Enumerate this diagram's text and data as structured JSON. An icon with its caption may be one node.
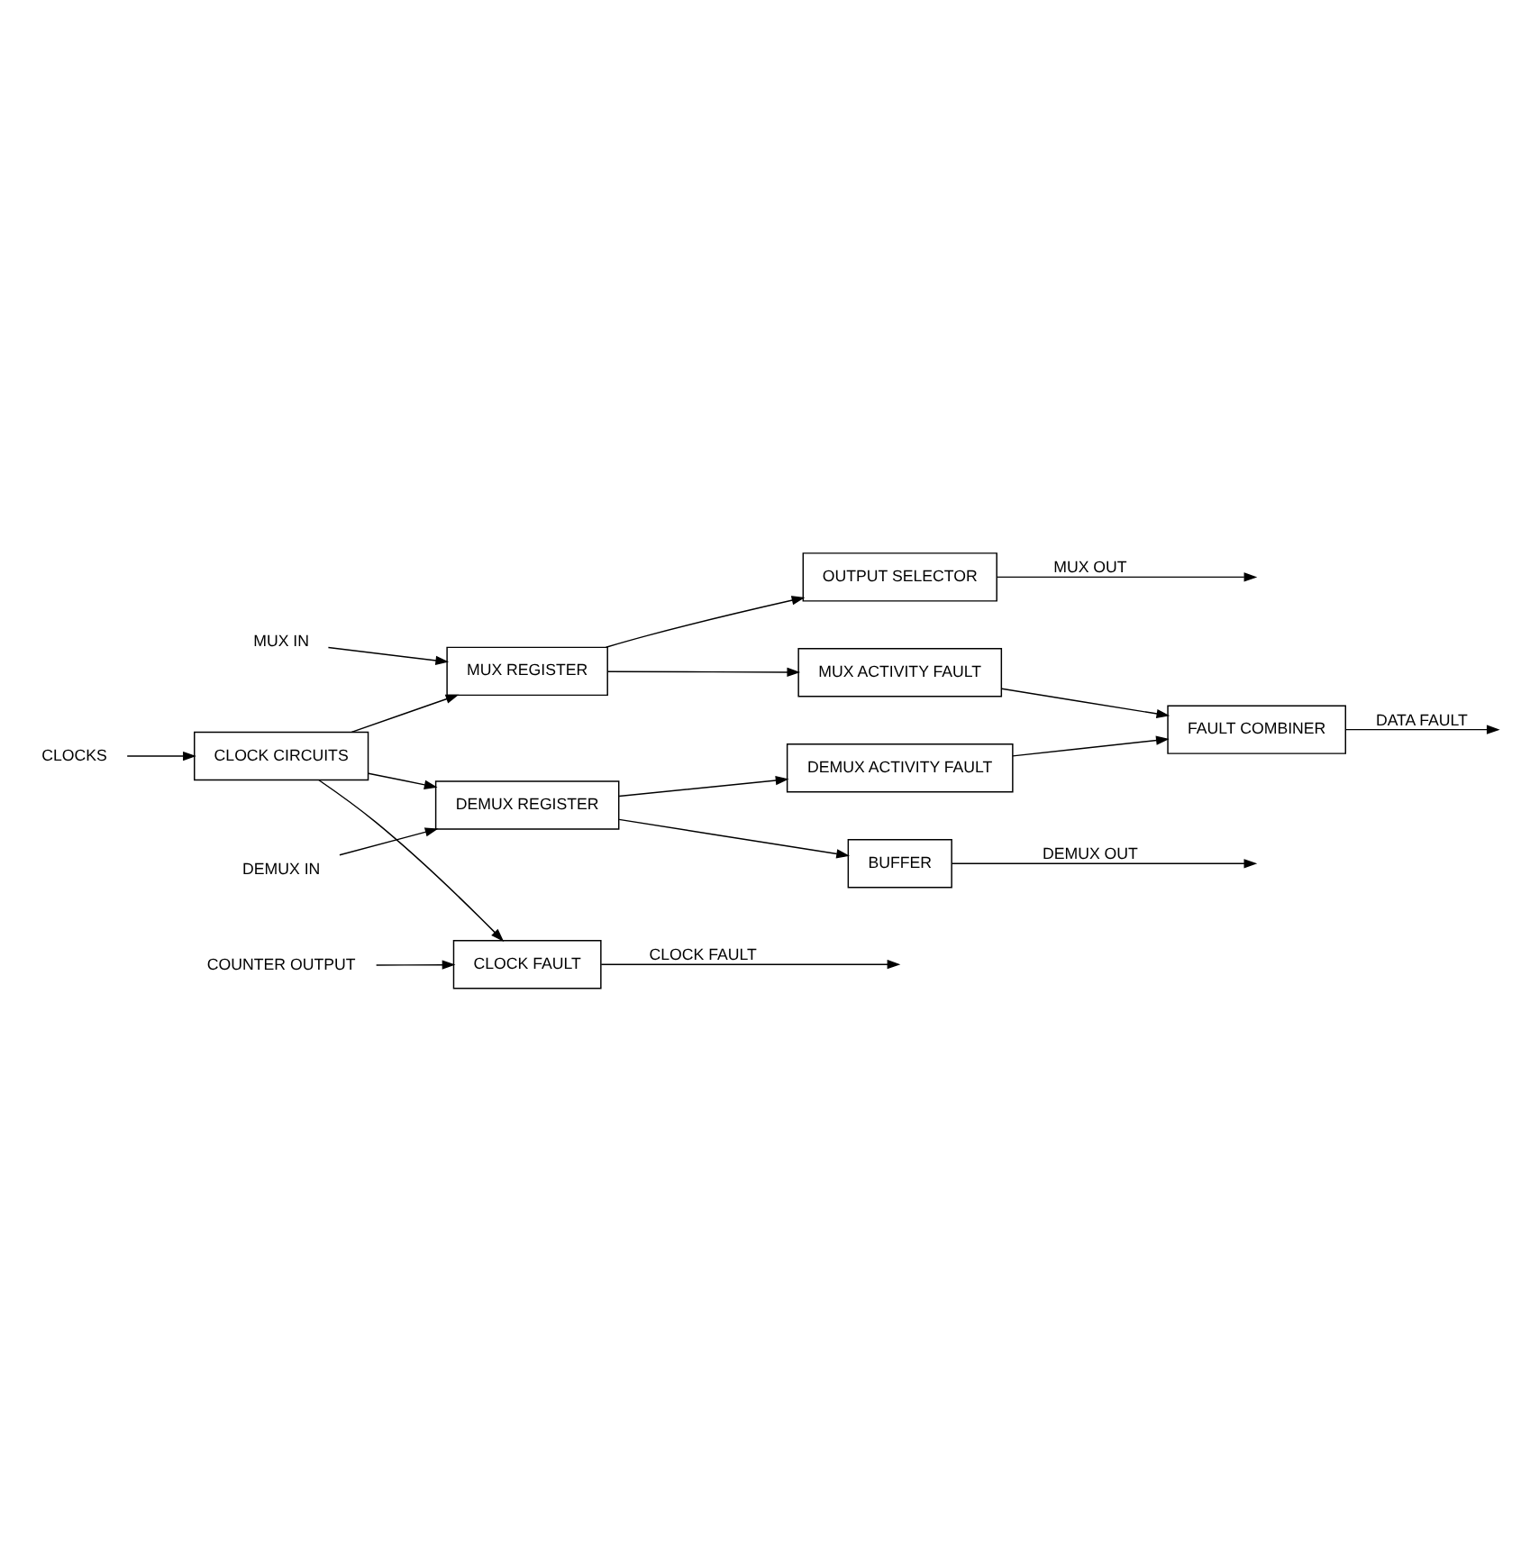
{
  "diagram": {
    "nodes": [
      {
        "text": [
          "DEMUX IN"
        ]
      },
      {
        "text": [
          "DEMUX REGISTER"
        ]
      },
      {
        "text": [
          "BUFFER"
        ]
      },
      {
        "text": [
          "DEMUX ACTIVITY FAULT"
        ]
      },
      {
        "text": [
          "FAULT COMBINER"
        ]
      },
      {
        "text": [
          "MUX IN"
        ]
      },
      {
        "text": [
          "MUX REGISTER"
        ]
      },
      {
        "text": [
          "OUTPUT SELECTOR"
        ]
      },
      {
        "text": [
          "MUX ACTIVITY FAULT"
        ]
      },
      {
        "text": [
          "CLOCKS"
        ]
      },
      {
        "text": [
          "CLOCK CIRCUITS"
        ]
      },
      {
        "text": [
          "CLOCK FAULT"
        ]
      },
      {
        "text": [
          "COUNTER OUTPUT"
        ]
      }
    ],
    "edges": [
      {
        "from": 0,
        "to": 1,
        "arrow": "to"
      },
      {
        "from": 1,
        "to": 2,
        "arrow": "to"
      },
      {
        "from": 2,
        "to": null,
        "arrow": "to",
        "label": "DEMUX OUT"
      },
      {
        "from": 1,
        "to": 3,
        "arrow": "to"
      },
      {
        "from": 3,
        "to": 4,
        "arrow": "to"
      },
      {
        "from": 4,
        "to": null,
        "arrow": "to",
        "label": "DATA FAULT"
      },
      {
        "from": 5,
        "to": 6,
        "arrow": "to"
      },
      {
        "from": 6,
        "to": 7,
        "arrow": "to"
      },
      {
        "from": 7,
        "to": null,
        "arrow": "to",
        "label": "MUX OUT"
      },
      {
        "from": 6,
        "to": 8,
        "arrow": "to"
      },
      {
        "from": 8,
        "to": 4,
        "arrow": "to"
      },
      {
        "from": 9,
        "to": 10,
        "arrow": "to"
      },
      {
        "from": 10,
        "to": 1,
        "arrow": "to"
      },
      {
        "from": 10,
        "to": 6,
        "arrow": "to"
      },
      {
        "from": 10,
        "to": 11,
        "arrow": "to"
      },
      {
        "from": 11,
        "to": null,
        "arrow": "to",
        "label": "CLOCK FAULT"
      },
      {
        "from": 12,
        "to": 11,
        "arrow": "to"
      }
    ]
  }
}
